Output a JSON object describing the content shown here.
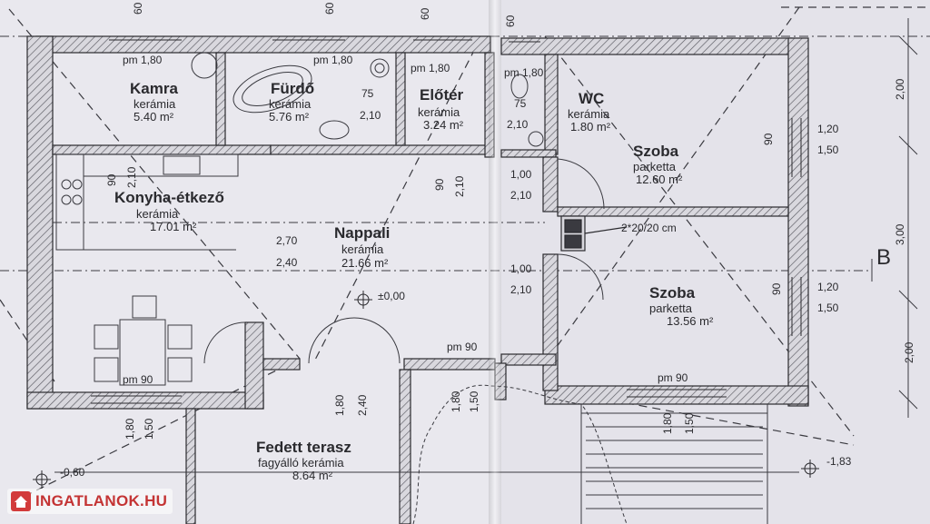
{
  "rooms": {
    "kamra": {
      "name": "Kamra",
      "material": "kerámia",
      "area": "5.40 m²",
      "floor_height": "pm 1,80"
    },
    "furdo": {
      "name": "Fürdő",
      "material": "kerámia",
      "area": "5.76 m²",
      "floor_height": "pm 1,80"
    },
    "eloter": {
      "name": "Előtér",
      "material": "kerámia",
      "area": "3.24 m²",
      "floor_height": "pm 1,80"
    },
    "wc": {
      "name": "WC",
      "material": "kerámia",
      "area": "1.80 m²",
      "floor_height": "pm 1,80"
    },
    "szoba1": {
      "name": "Szoba",
      "material": "parketta",
      "area": "12.60 m²"
    },
    "konyha": {
      "name": "Konyha-étkező",
      "material": "kerámia",
      "area": "17.01 m²",
      "floor_height": "pm 90"
    },
    "nappali": {
      "name": "Nappali",
      "material": "kerámia",
      "area": "21.66 m²",
      "floor_height": "pm 90"
    },
    "szoba2": {
      "name": "Szoba",
      "material": "parketta",
      "area": "13.56 m²",
      "floor_height": "pm 90"
    },
    "terasz": {
      "name": "Fedett terasz",
      "material": "fagyálló kerámia",
      "area": "8.64 m²"
    }
  },
  "dimensions": {
    "d60": "60",
    "d75": "75",
    "d210": "2,10",
    "d90": "90",
    "d100": "1,00",
    "d270": "2,70",
    "d240": "2,40",
    "d120": "1,20",
    "d150": "1,50",
    "d180": "1,80",
    "d200": "2,00",
    "d300": "3,00",
    "zero_level": "±0,00",
    "level_minus_060": "-0,60",
    "level_minus_183": "-1,83",
    "chimney": "2*20/20 cm",
    "section_mark": "B"
  },
  "watermark": {
    "brand": "INGATLANOK.HU"
  },
  "colors": {
    "paper": "#e9e8ee",
    "ink": "#2a2a2e",
    "wall_hatch": "#555560",
    "brand": "#c43434"
  }
}
